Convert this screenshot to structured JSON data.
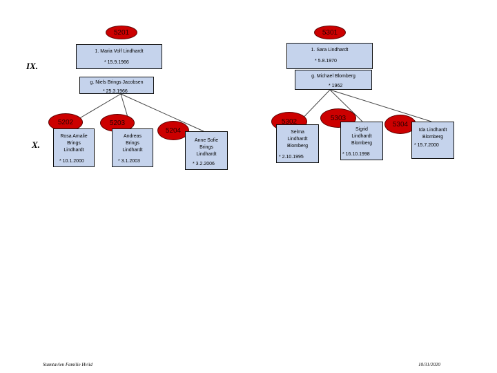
{
  "generations": {
    "ix": "IX.",
    "x": "X."
  },
  "nodes": {
    "n5201": "5201",
    "n5301": "5301",
    "n5202": "5202",
    "n5203": "5203",
    "n5204": "5204",
    "n5302": "5302",
    "n5303": "5303",
    "n5304": "5304"
  },
  "persons": {
    "maria": {
      "name": "1. Maria Volf Lindhardt",
      "born": "* 15.9.1966"
    },
    "sara": {
      "name": "1. Sara Lindhardt",
      "born": "* 5.8.1970"
    },
    "niels": {
      "name": "g. Niels Brings Jacobsen",
      "born": "* 25.3.1966"
    },
    "michael": {
      "name": "g. Michael Blomberg",
      "born": "* 1962"
    },
    "rosa": {
      "name": "Rosa Amalie\nBrings\nLindhardt",
      "born": "* 10.1.2000"
    },
    "andreas": {
      "name": "Andreas\nBrings\nLindhardt",
      "born": "* 3.1.2003"
    },
    "anne": {
      "name": "Anne Sofie\nBrings\nLindhardt",
      "born": "* 3.2.2006"
    },
    "selma": {
      "name": "Selma\nLindhardt\nBlomberg",
      "born": "* 2.10.1995"
    },
    "sigrid": {
      "name": "Sigrid\nLindhardt\nBlomberg",
      "born": "* 16.10.1998"
    },
    "ida": {
      "name": "Ida Lindhardt\nBlomberg",
      "born": "* 15.7.2000"
    }
  },
  "footer": {
    "left": "Stamtavlen Familie Hviid",
    "right": "10/31/2020"
  }
}
